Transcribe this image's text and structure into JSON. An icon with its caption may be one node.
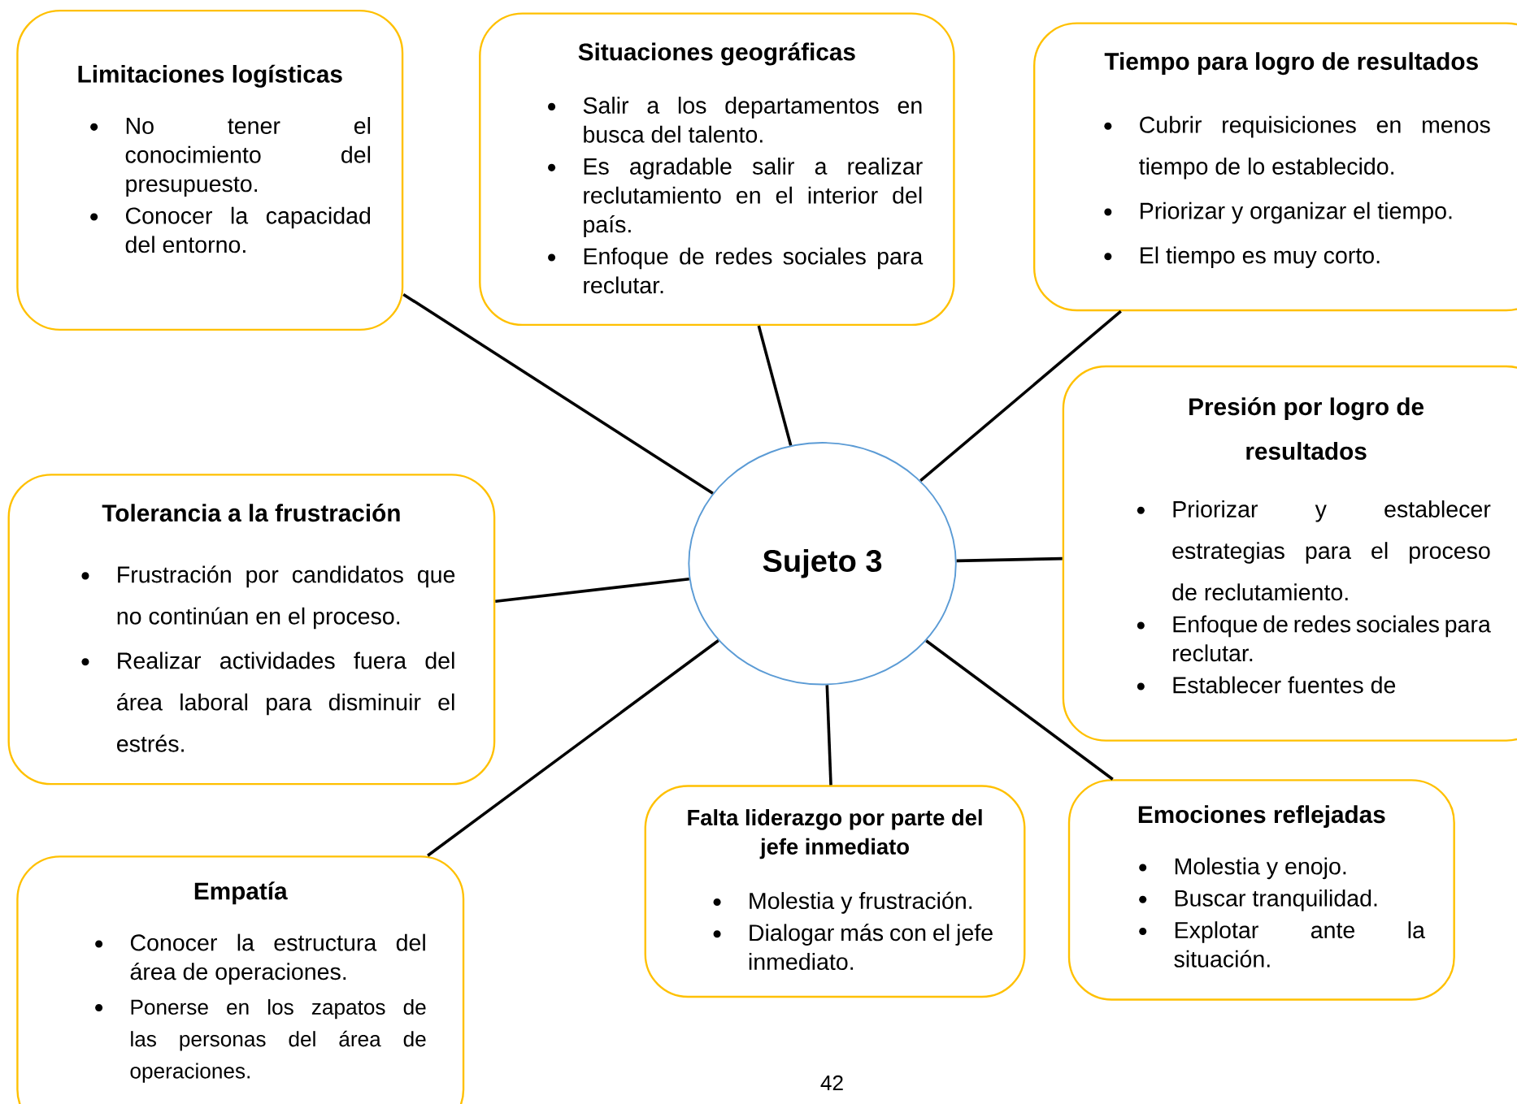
{
  "diagram": {
    "nodes": [
      {
        "text": [
          "Limitaciones logísticas",
          "No tener el conocimiento del presupuesto.",
          "Conocer la capacidad del entorno."
        ]
      },
      {
        "text": [
          "Situaciones geográficas",
          "Salir a los departamentos en busca del talento.",
          "Es agradable salir a realizar reclutamiento en el interior del país.",
          "Enfoque de redes sociales para reclutar."
        ]
      },
      {
        "text": [
          "Tiempo para logro de resultados",
          "Cubrir requisiciones en menos tiempo de lo establecido.",
          "Priorizar y organizar el tiempo.",
          "El tiempo es muy corto."
        ]
      },
      {
        "text": [
          "Presión por logro de resultados",
          "Priorizar y establecer estrategias para el proceso de reclutamiento.",
          "Enfoque de redes sociales para reclutar.",
          "Establecer fuentes de"
        ]
      },
      {
        "text": [
          "Tolerancia a la frustración",
          "Frustración por candidatos que no continúan en el proceso.",
          "Realizar actividades fuera del área laboral para disminuir el estrés."
        ]
      },
      {
        "text": [
          "Sujeto 3"
        ]
      },
      {
        "text": [
          "Empatía",
          "Conocer la estructura del área de operaciones.",
          "Ponerse en los zapatos de las personas del área de operaciones."
        ]
      },
      {
        "text": [
          "Falta liderazgo por parte del jefe inmediato",
          "Molestia y frustración.",
          "Dialogar más con el jefe inmediato."
        ]
      },
      {
        "text": [
          "Emociones reflejadas",
          "Molestia y enojo.",
          "Buscar tranquilidad.",
          "Explotar ante la situación."
        ]
      }
    ],
    "edges": [
      {
        "from": 5,
        "to": 0,
        "arrow": "none"
      },
      {
        "from": 5,
        "to": 1,
        "arrow": "none"
      },
      {
        "from": 5,
        "to": 2,
        "arrow": "none"
      },
      {
        "from": 5,
        "to": 3,
        "arrow": "none"
      },
      {
        "from": 5,
        "to": 4,
        "arrow": "none"
      },
      {
        "from": 5,
        "to": 6,
        "arrow": "none"
      },
      {
        "from": 5,
        "to": 7,
        "arrow": "none"
      },
      {
        "from": 5,
        "to": 8,
        "arrow": "none"
      }
    ],
    "labels": [
      "42"
    ]
  }
}
